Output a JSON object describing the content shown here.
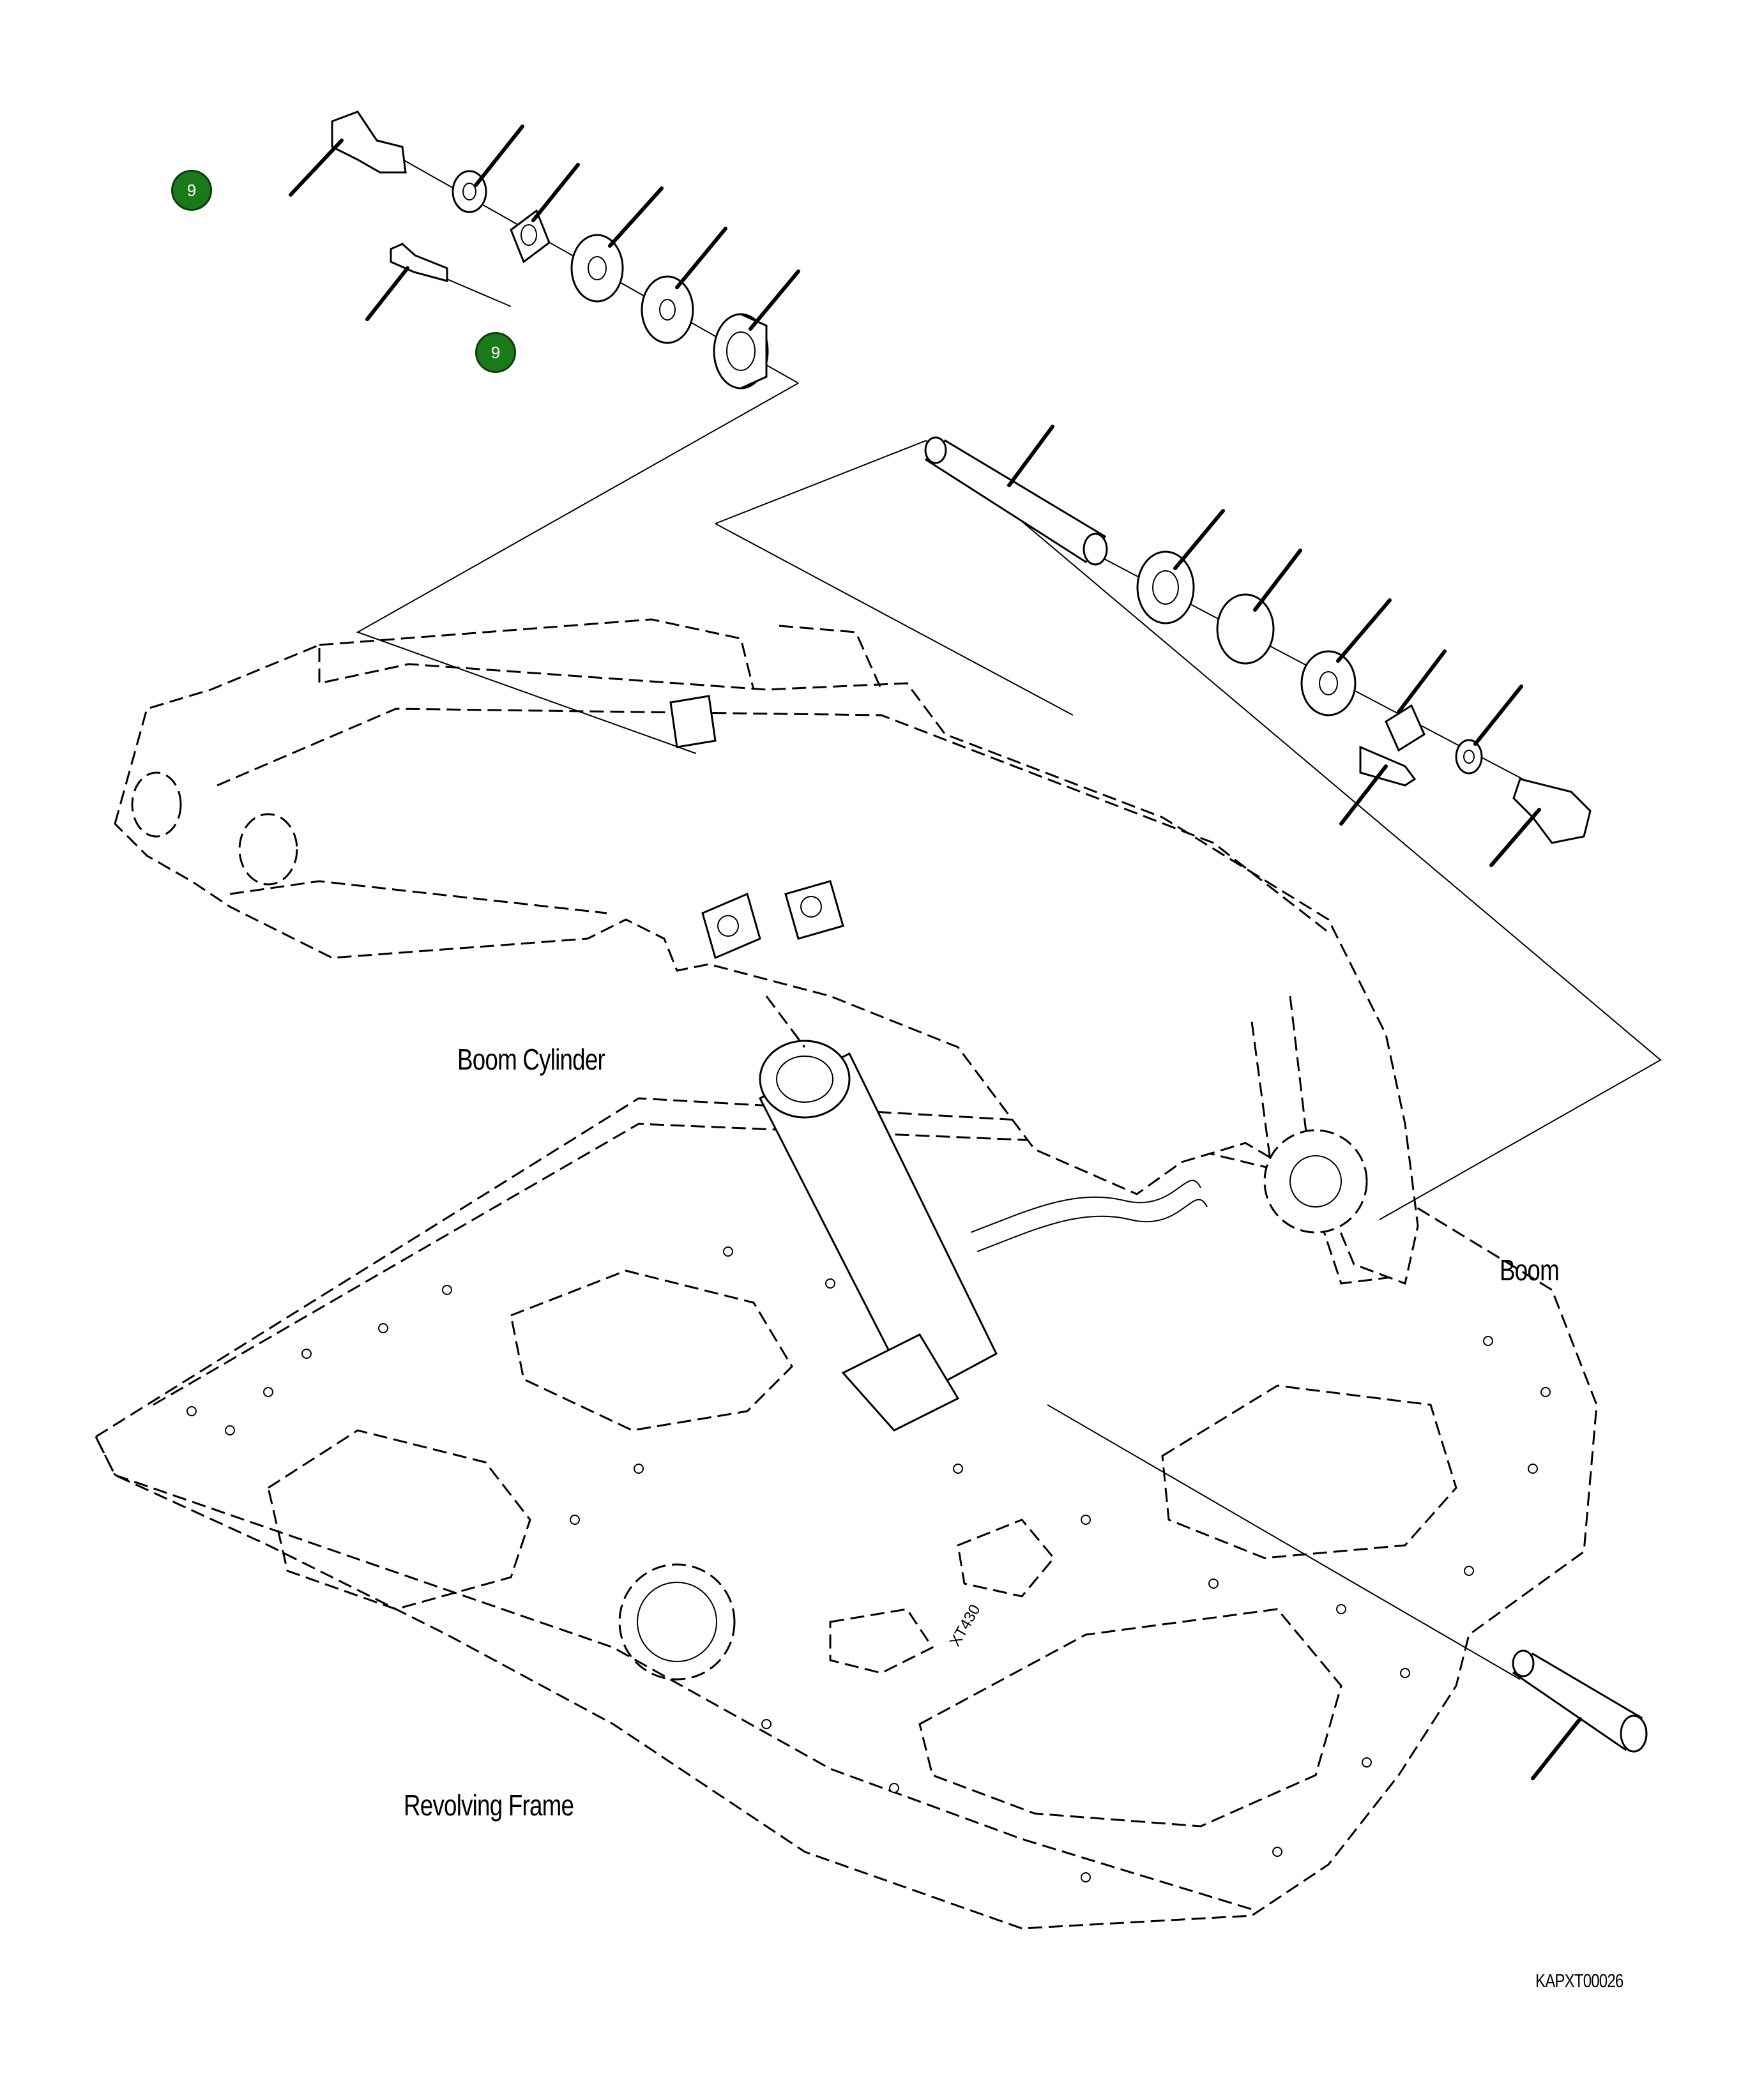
{
  "labels": {
    "boom_cylinder": "Boom Cylinder",
    "boom": "Boom",
    "revolving_frame": "Revolving Frame",
    "drawing_code": "KAPXT00026",
    "frame_marking": "XT430"
  },
  "callouts": [
    {
      "number": "9"
    },
    {
      "number": "9"
    }
  ],
  "colors": {
    "callout_fill": "#1a7a1a",
    "line": "#000000",
    "background": "#ffffff"
  }
}
